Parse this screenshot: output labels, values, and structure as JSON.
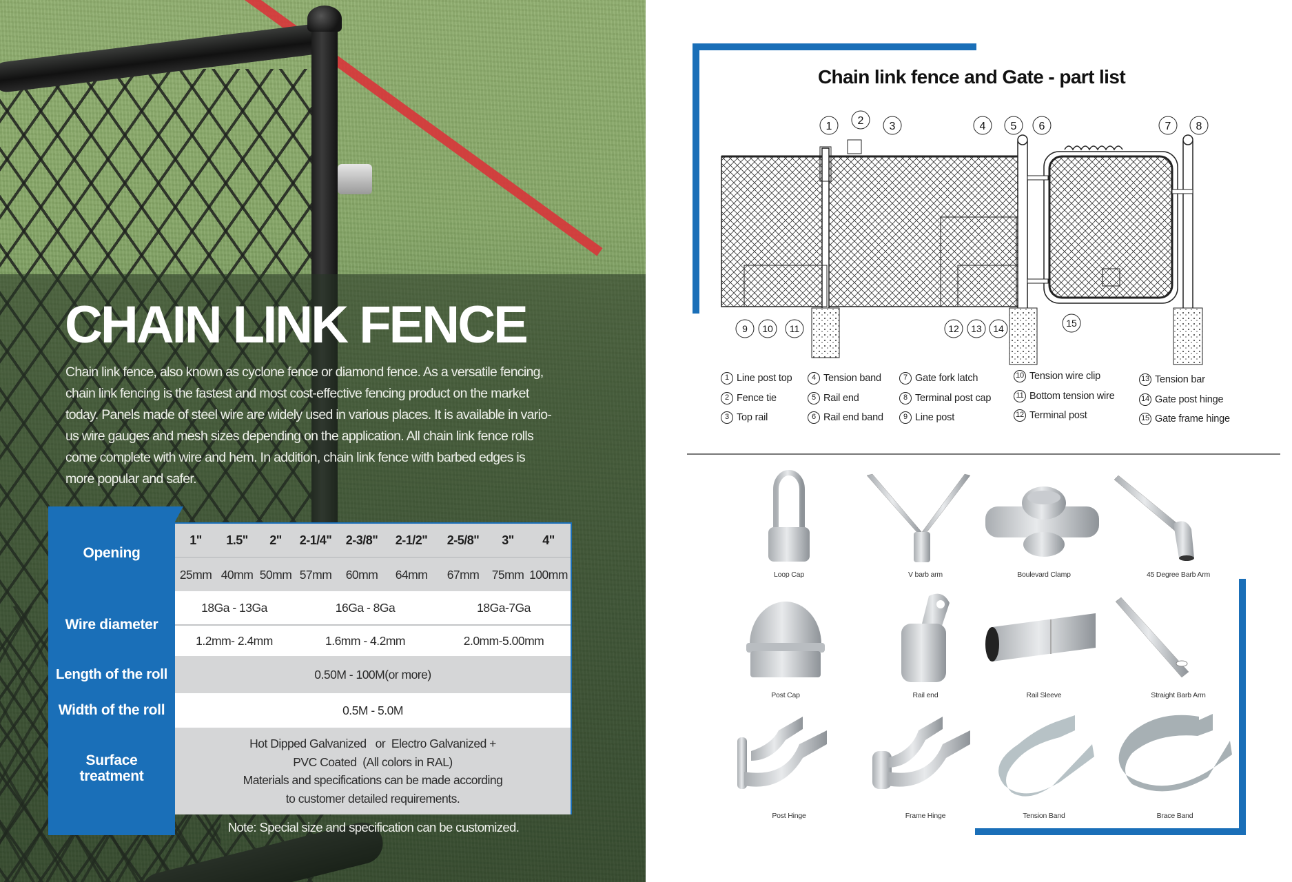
{
  "hero": {
    "title": "CHAIN LINK FENCE",
    "description_lines": [
      "Chain link fence, also known as cyclone fence or diamond fence. As a versatile fencing,",
      "chain link fencing is the fastest and most cost-effective fencing product on the market",
      "today. Panels made of steel wire are widely used in various places. It is available in vario-",
      "us wire gauges and mesh sizes depending on the application. All chain link fence rolls",
      "come complete with wire and hem. In addition, chain link fence with barbed edges is",
      "more popular and safer."
    ]
  },
  "spec_table": {
    "labels": {
      "opening": "Opening",
      "wire_diameter": "Wire diameter",
      "length": "Length of the roll",
      "width": "Width of the roll",
      "surface_1": "Surface",
      "surface_2": "treatment"
    },
    "opening_inches": [
      "1\"",
      "1.5\"",
      "2\"",
      "2-1/4\"",
      "2-3/8\"",
      "2-1/2\"",
      "2-5/8\"",
      "3\"",
      "4\""
    ],
    "opening_mm": [
      "25mm",
      "40mm",
      "50mm",
      "57mm",
      "60mm",
      "64mm",
      "67mm",
      "75mm",
      "100mm"
    ],
    "wire_gauge": [
      "18Ga - 13Ga",
      "16Ga - 8Ga",
      "18Ga-7Ga"
    ],
    "wire_mm": [
      "1.2mm- 2.4mm",
      "1.6mm - 4.2mm",
      "2.0mm-5.00mm"
    ],
    "length_value": "0.50M - 100M(or more)",
    "width_value": "0.5M - 5.0M",
    "surface_lines": [
      "Hot Dipped Galvanized   or  Electro Galvanized +",
      "PVC Coated  (All colors in RAL)",
      "Materials and specifications can be made according",
      "to customer detailed requirements."
    ],
    "note": "Note: Special size and specification can be customized."
  },
  "diagram": {
    "title": "Chain link fence and Gate - part list",
    "callouts_top": [
      "1",
      "2",
      "3",
      "4",
      "5",
      "6",
      "7",
      "8"
    ],
    "callouts_bottom": [
      "9",
      "10",
      "11",
      "12",
      "13",
      "14",
      "15"
    ],
    "legend": [
      {
        "num": "1",
        "label": "Line post top"
      },
      {
        "num": "2",
        "label": "Fence tie"
      },
      {
        "num": "3",
        "label": "Top rail"
      },
      {
        "num": "4",
        "label": "Tension band"
      },
      {
        "num": "5",
        "label": "Rail end"
      },
      {
        "num": "6",
        "label": "Rail end band"
      },
      {
        "num": "7",
        "label": "Gate fork latch"
      },
      {
        "num": "8",
        "label": "Terminal post cap"
      },
      {
        "num": "9",
        "label": "Line post"
      },
      {
        "num": "10",
        "label": "Tension wire clip"
      },
      {
        "num": "11",
        "label": "Bottom tension wire"
      },
      {
        "num": "12",
        "label": "Terminal post"
      },
      {
        "num": "13",
        "label": "Tension bar"
      },
      {
        "num": "14",
        "label": "Gate post hinge"
      },
      {
        "num": "15",
        "label": "Gate frame hinge"
      }
    ]
  },
  "parts": [
    {
      "name": "Loop Cap",
      "icon": "loop-cap-icon"
    },
    {
      "name": "V barb arm",
      "icon": "v-barb-arm-icon"
    },
    {
      "name": "Boulevard Clamp",
      "icon": "boulevard-clamp-icon"
    },
    {
      "name": "45 Degree Barb Arm",
      "icon": "45-degree-barb-arm-icon"
    },
    {
      "name": "Post Cap",
      "icon": "post-cap-icon"
    },
    {
      "name": "Rail end",
      "icon": "rail-end-icon"
    },
    {
      "name": "Rail Sleeve",
      "icon": "rail-sleeve-icon"
    },
    {
      "name": "Straight Barb Arm",
      "icon": "straight-barb-arm-icon"
    },
    {
      "name": "Post Hinge",
      "icon": "post-hinge-icon"
    },
    {
      "name": "Frame Hinge",
      "icon": "frame-hinge-icon"
    },
    {
      "name": "Tension Band",
      "icon": "tension-band-icon"
    },
    {
      "name": "Brace Band",
      "icon": "brace-band-icon"
    }
  ],
  "colors": {
    "accent_blue": "#1a6fb8",
    "table_grey": "#d5d6d7",
    "fence_red_line": "#d8353a"
  }
}
